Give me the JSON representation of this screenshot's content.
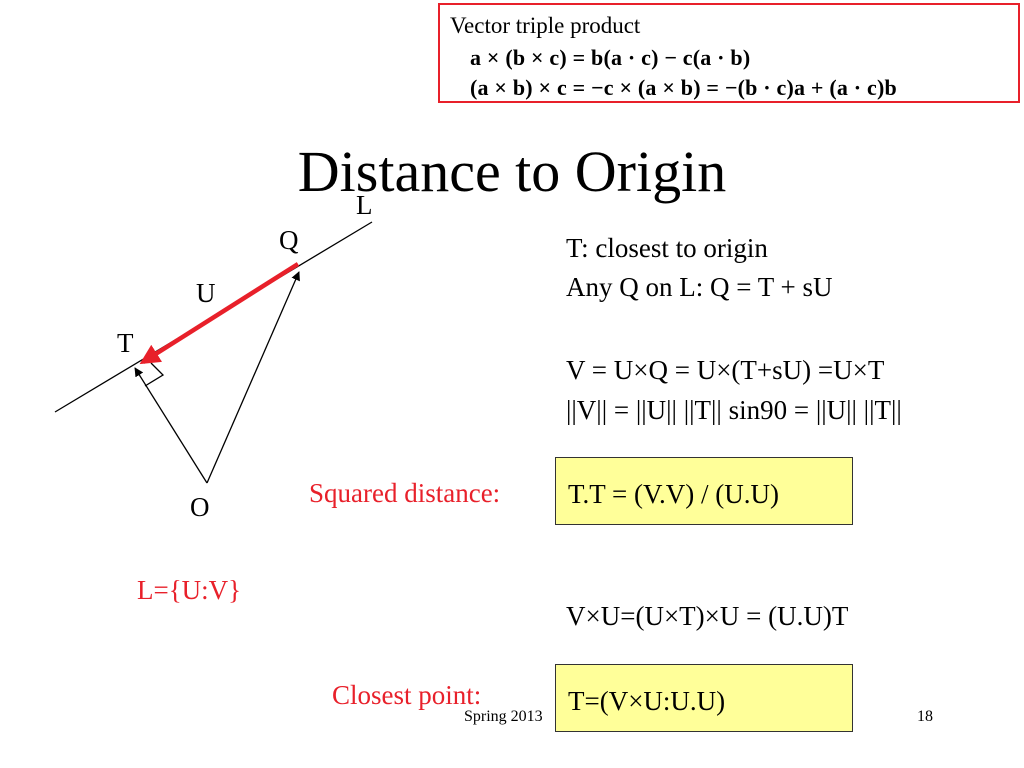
{
  "triple_product": {
    "title": "Vector triple product",
    "formula1": "a × (b × c) = b(a · c) − c(a · b)",
    "formula2": "(a × b) × c = −c × (a × b) = −(b · c)a + (a · c)b"
  },
  "slide": {
    "title": "Distance to Origin",
    "footer_left": "Spring 2013",
    "page_number": "18"
  },
  "diagram": {
    "label_L": "L",
    "label_Q": "Q",
    "label_U": "U",
    "label_T": "T",
    "label_O": "O",
    "caption": "L={U:V}",
    "colors": {
      "arrow": "#e8202a",
      "line": "#000000"
    }
  },
  "text": {
    "line1": "T: closest to origin",
    "line2": "Any Q on L: Q = T + sU",
    "line3": "V = U×Q = U×(T+sU) =U×T",
    "line4": "||V|| = ||U|| ||T|| sin90 = ||U|| ||T||",
    "line5": "V×U=(U×T)×U = (U.U)T"
  },
  "boxes": {
    "squared_label": "Squared distance:",
    "squared_formula": "T.T = (V.V) / (U.U)",
    "closest_label": "Closest point:",
    "closest_formula": "T=(V×U:U.U)"
  }
}
